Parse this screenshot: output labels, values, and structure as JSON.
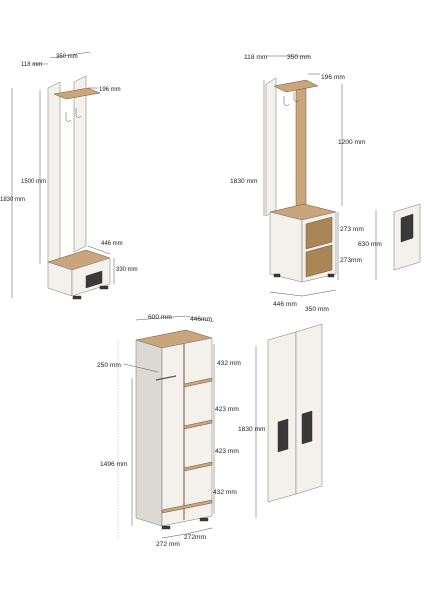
{
  "diagram": {
    "hall_stand_small": {
      "top_depth": "350 mm",
      "side_gap": "118 mm",
      "hook_offset": "196 mm",
      "total_height": "1830 mm",
      "inner_height": "1500 mm",
      "bench_depth": "446 mm",
      "bench_height": "330 mm"
    },
    "hall_stand_large": {
      "side_gap": "118 mm",
      "top_depth": "350 mm",
      "hook_offset": "196 mm",
      "upper_height": "1200 mm",
      "total_height": "1830 mm",
      "shelf_top": "273 mm",
      "cabinet_height": "630 mm",
      "shelf_bottom": "273mm",
      "base_depth": "446 mm",
      "base_width": "350 mm"
    },
    "wardrobe": {
      "width": "600 mm",
      "depth": "446mm",
      "rail_depth": "250 mm",
      "shelf_1": "432 mm",
      "shelf_2": "423 mm",
      "shelf_3": "423 mm",
      "shelf_4": "432 mm",
      "total_height": "1830 mm",
      "hanging_height": "1496 mm",
      "bottom_left": "272 mm",
      "bottom_right": "272mm"
    },
    "colors": {
      "wood": "#c9a57c",
      "white": "#f4f1ec",
      "vent": "#3a3a3a"
    }
  }
}
